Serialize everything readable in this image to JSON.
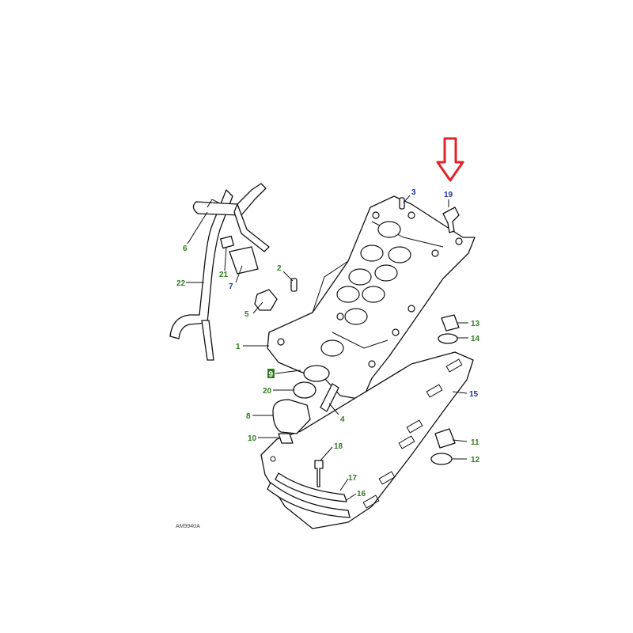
{
  "diagram": {
    "drawing_code": "AM9940A",
    "callouts": [
      {
        "id": "c1",
        "text": "1",
        "color": "#2f7d1f"
      },
      {
        "id": "c2",
        "text": "2",
        "color": "#2f7d1f"
      },
      {
        "id": "c3",
        "text": "3",
        "color": "#1f2fa0"
      },
      {
        "id": "c4",
        "text": "4",
        "color": "#2f7d1f"
      },
      {
        "id": "c5",
        "text": "5",
        "color": "#2f7d1f"
      },
      {
        "id": "c6",
        "text": "6",
        "color": "#2f7d1f"
      },
      {
        "id": "c7",
        "text": "7",
        "color": "#1f2fa0"
      },
      {
        "id": "c8",
        "text": "8",
        "color": "#2f7d1f"
      },
      {
        "id": "c9",
        "text": "9",
        "color": "#2f7d1f"
      },
      {
        "id": "c10",
        "text": "10",
        "color": "#2f7d1f"
      },
      {
        "id": "c11",
        "text": "11",
        "color": "#2f7d1f"
      },
      {
        "id": "c12",
        "text": "12",
        "color": "#2f7d1f"
      },
      {
        "id": "c13",
        "text": "13",
        "color": "#2f7d1f"
      },
      {
        "id": "c14",
        "text": "14",
        "color": "#2f7d1f"
      },
      {
        "id": "c15",
        "text": "15",
        "color": "#1f2fa0"
      },
      {
        "id": "c16",
        "text": "16",
        "color": "#2f7d1f"
      },
      {
        "id": "c17",
        "text": "17",
        "color": "#2f7d1f"
      },
      {
        "id": "c18",
        "text": "18",
        "color": "#2f7d1f"
      },
      {
        "id": "c19",
        "text": "19",
        "color": "#1f2fa0"
      },
      {
        "id": "c20",
        "text": "20",
        "color": "#2f7d1f"
      },
      {
        "id": "c21",
        "text": "21",
        "color": "#2f7d1f"
      },
      {
        "id": "c22",
        "text": "22",
        "color": "#2f7d1f"
      }
    ],
    "highlight_arrow_color": "#e0242a",
    "line_color": "#111111"
  }
}
